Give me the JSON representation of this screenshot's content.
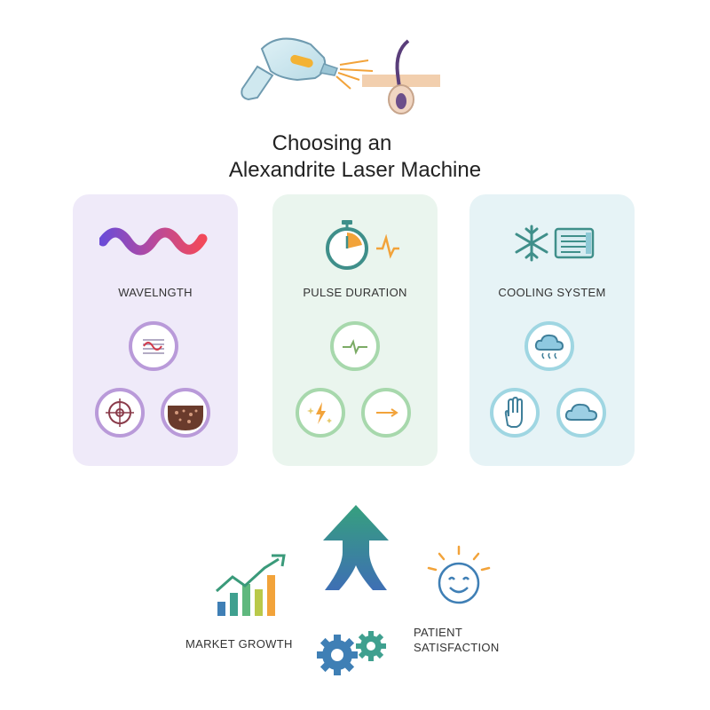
{
  "title": {
    "line1": "Choosing an",
    "line2": "Alexandrite Laser Machine"
  },
  "cards": [
    {
      "label": "WAVELNGTH"
    },
    {
      "label": "PULSE DURATION"
    },
    {
      "label": "COOLING SYSTEM"
    }
  ],
  "bottom": {
    "market_growth": "MARKET GROWTH",
    "patient_line1": "PATIENT",
    "patient_line2": "SATISFACTION"
  },
  "colors": {
    "purple_card": "#efeaf9",
    "green_card": "#eaf5ee",
    "blue_card": "#e6f3f6",
    "teal": "#3f8f8a",
    "orange": "#f2a33a"
  },
  "icons": [
    "laser-device-icon",
    "hair-follicle-icon",
    "wave-icon",
    "waveform-icon",
    "target-icon",
    "skin-texture-icon",
    "stopwatch-icon",
    "pulse-icon",
    "spark-icon",
    "arrow-right-icon",
    "snowflake-icon",
    "cooling-panel-icon",
    "cloud-rain-icon",
    "hand-icon",
    "cloud-icon",
    "up-arrow-icon",
    "growth-chart-icon",
    "gears-icon",
    "smiley-icon"
  ]
}
